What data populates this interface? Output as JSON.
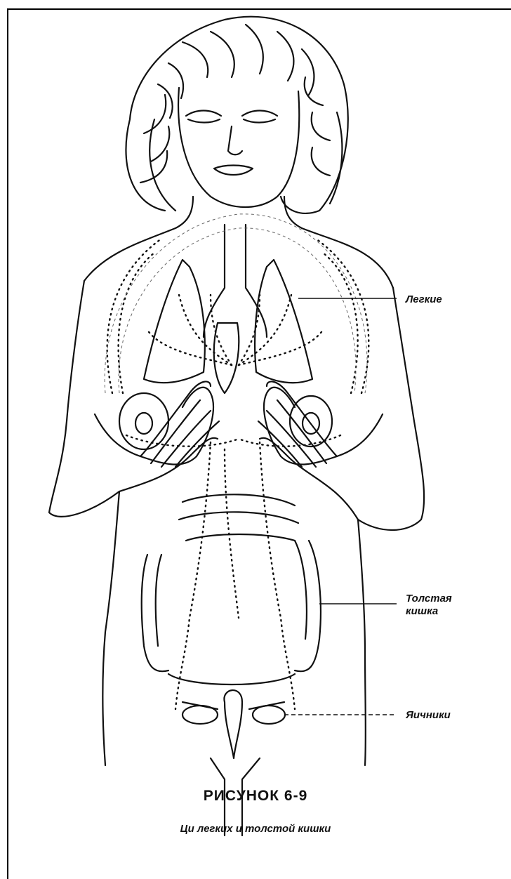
{
  "figure": {
    "title": "РИСУНОК 6-9",
    "caption": "Ци легких и толстой кишки"
  },
  "labels": {
    "lungs": "Легкие",
    "colon_line1": "Толстая",
    "colon_line2": "кишка",
    "ovaries": "Яичники"
  },
  "colors": {
    "ink": "#111111",
    "paper": "#ffffff"
  }
}
